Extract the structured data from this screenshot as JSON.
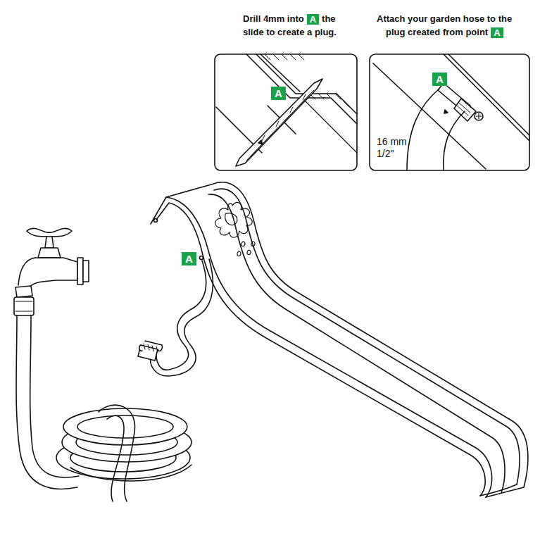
{
  "diagram": {
    "nodes": [
      {
        "text": [
          "A"
        ]
      },
      {
        "text": [
          "A"
        ]
      },
      {
        "text": [
          "A"
        ]
      },
      {
        "text": [
          "A"
        ]
      },
      {
        "text": [
          "A"
        ]
      }
    ],
    "labels": [
      "Drill 4mm into",
      "the",
      "slide to create a plug.",
      "Attach your garden hose to the",
      "plug created from point",
      "16 mm",
      "1/2\""
    ]
  }
}
